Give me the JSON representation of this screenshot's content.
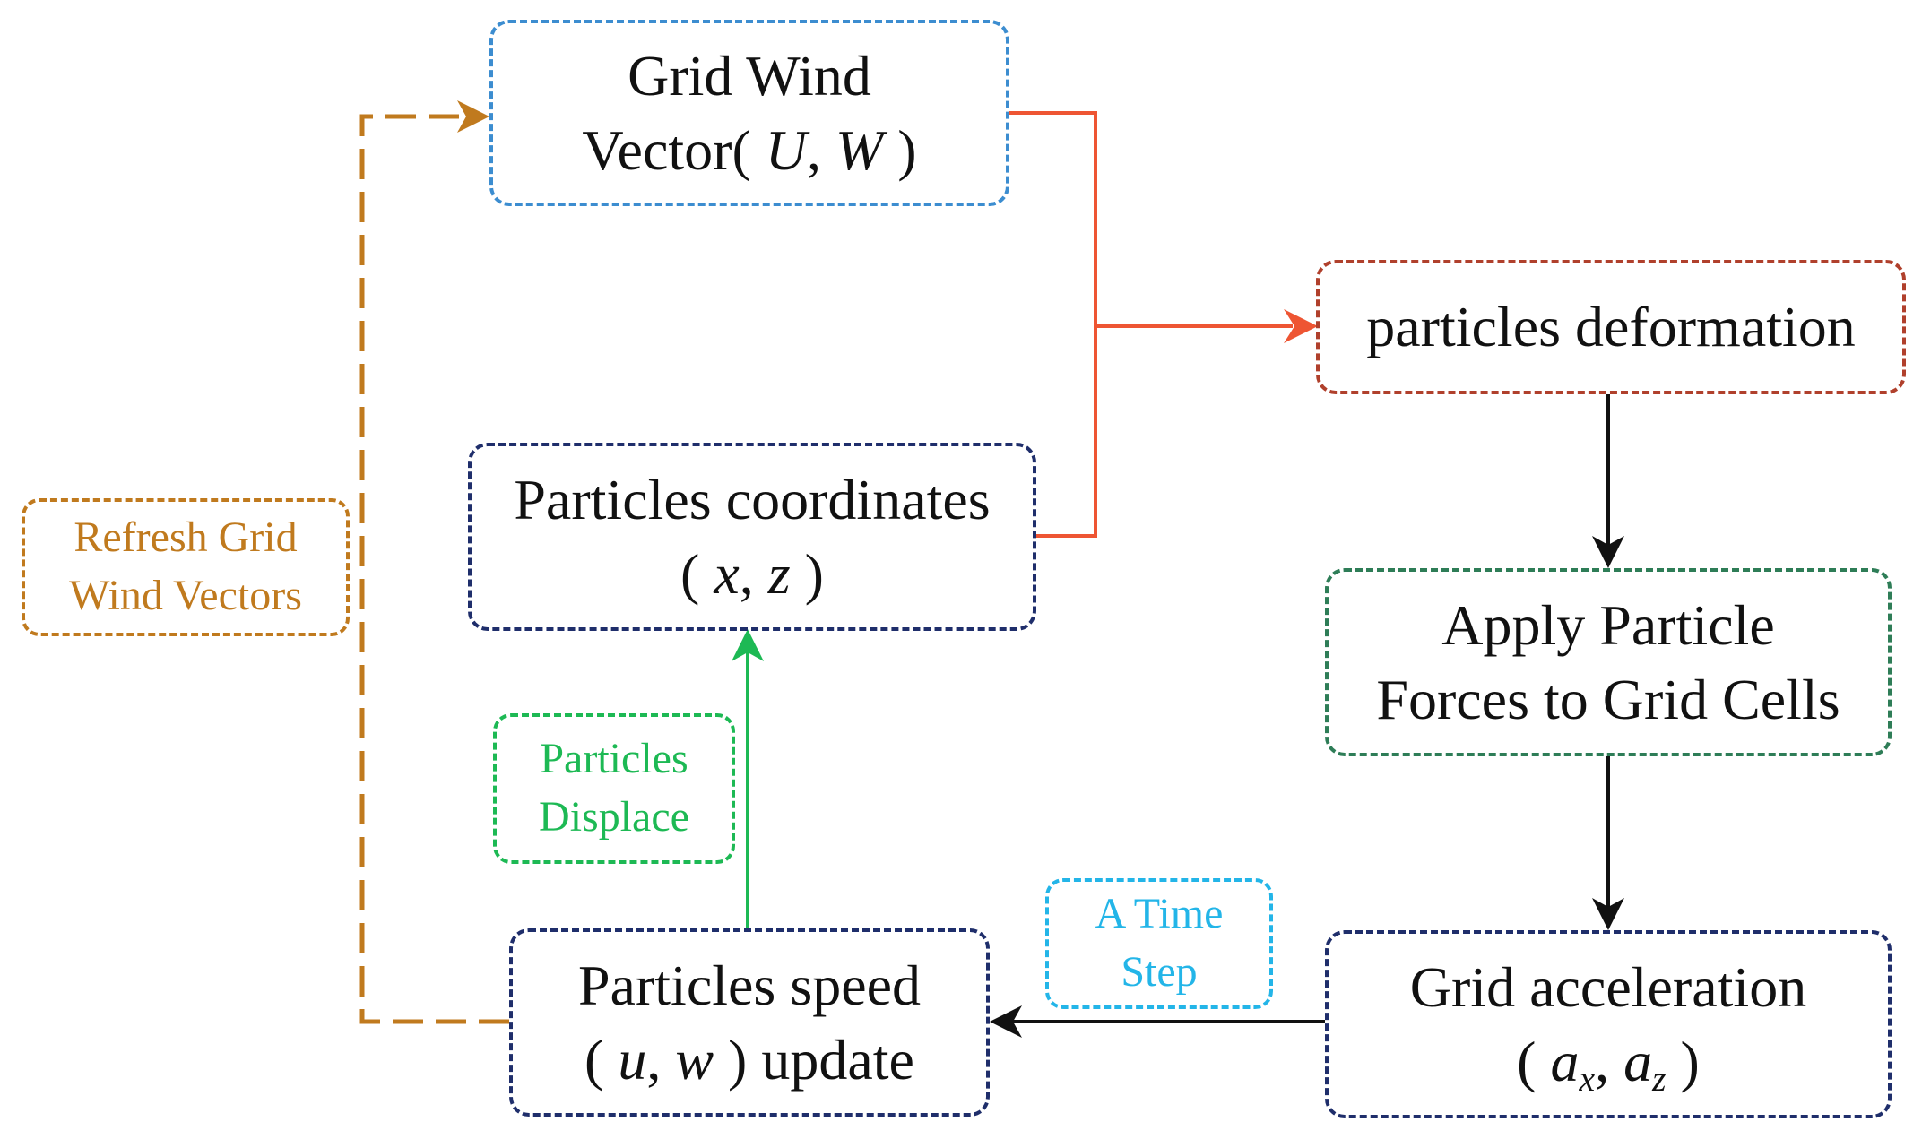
{
  "colors": {
    "orange_red": "#EE5533",
    "brown": "#C07A1E",
    "blue": "#3C8DD0",
    "dark_red": "#B0402C",
    "navy": "#1F2E6B",
    "green_dark": "#2E7D57",
    "green": "#1DB954",
    "cyan": "#23B5E8",
    "black": "#111111"
  },
  "nodes": {
    "grid_wind": {
      "line1": "Grid Wind",
      "prefix": "Vector( ",
      "U": "U",
      "comma": ", ",
      "W": "W",
      "suffix": " )"
    },
    "particles_coordinates": {
      "line1": "Particles coordinates",
      "open": "( ",
      "x": "x",
      "comma": ", ",
      "z": "z",
      "close": " )"
    },
    "particles_deformation": {
      "text": "particles deformation"
    },
    "apply_forces": {
      "line1": "Apply Particle",
      "line2": "Forces to Grid Cells"
    },
    "grid_acceleration": {
      "line1": "Grid acceleration",
      "open": "( ",
      "a1": "a",
      "sub1": "x",
      "comma": ", ",
      "a2": "a",
      "sub2": "z",
      "close": " )"
    },
    "particles_speed": {
      "line1": "Particles speed",
      "open": "( ",
      "u": "u",
      "comma": ", ",
      "w": "w",
      "suffix": " ) update"
    }
  },
  "labels": {
    "refresh": {
      "line1": "Refresh Grid",
      "line2": "Wind Vectors"
    },
    "displace": {
      "line1": "Particles",
      "line2": "Displace"
    },
    "time_step": {
      "line1": "A Time",
      "line2": "Step"
    }
  }
}
